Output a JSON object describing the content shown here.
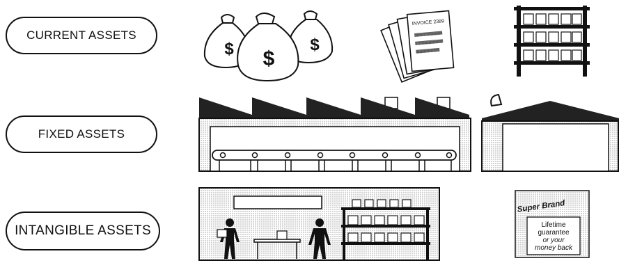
{
  "labels": {
    "current": "CURRENT ASSETS",
    "fixed": "FIXED ASSETS",
    "intangible": "INTANGIBLE ASSETS"
  },
  "money_symbol": "$",
  "invoice_label": "INVOICE 2389",
  "brand": {
    "name": "Super Brand",
    "line1": "Lifetime",
    "line2": "guarantee",
    "line3": "or your",
    "line4": "money back"
  },
  "icons": [
    "money-bags-icon",
    "invoices-icon",
    "stock-shelves-icon",
    "factory-icon",
    "warehouse-icon",
    "shop-interior-icon",
    "brand-package-icon"
  ]
}
